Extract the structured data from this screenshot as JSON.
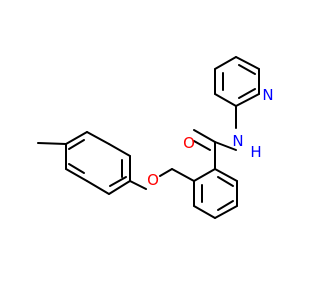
{
  "molecule": {
    "atom_labels": {
      "ring_nitrogen": "N",
      "amide_nitrogen": "N",
      "amide_hydrogen": "H",
      "carbonyl_oxygen": "O",
      "ether_oxygen": "O"
    },
    "colors": {
      "bond": "#000000",
      "nitrogen": "#0000ff",
      "oxygen": "#ff0000",
      "background": "#ffffff"
    }
  }
}
